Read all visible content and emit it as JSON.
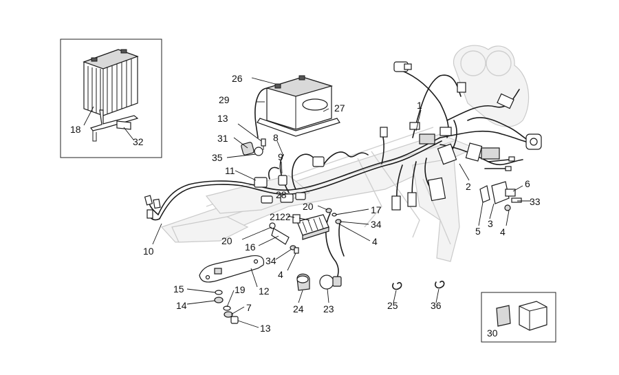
{
  "callouts": [
    {
      "id": "c1",
      "text": "1"
    },
    {
      "id": "c2",
      "text": "2"
    },
    {
      "id": "c3",
      "text": "3"
    },
    {
      "id": "c4a",
      "text": "4"
    },
    {
      "id": "c4b",
      "text": "4"
    },
    {
      "id": "c4c",
      "text": "4"
    },
    {
      "id": "c5",
      "text": "5"
    },
    {
      "id": "c6",
      "text": "6"
    },
    {
      "id": "c7",
      "text": "7"
    },
    {
      "id": "c8",
      "text": "8"
    },
    {
      "id": "c9",
      "text": "9"
    },
    {
      "id": "c10",
      "text": "10"
    },
    {
      "id": "c11",
      "text": "11"
    },
    {
      "id": "c12",
      "text": "12"
    },
    {
      "id": "c13a",
      "text": "13"
    },
    {
      "id": "c13b",
      "text": "13"
    },
    {
      "id": "c14",
      "text": "14"
    },
    {
      "id": "c15",
      "text": "15"
    },
    {
      "id": "c16",
      "text": "16"
    },
    {
      "id": "c17",
      "text": "17"
    },
    {
      "id": "c18",
      "text": "18"
    },
    {
      "id": "c19",
      "text": "19"
    },
    {
      "id": "c20a",
      "text": "20"
    },
    {
      "id": "c20b",
      "text": "20"
    },
    {
      "id": "c21",
      "text": "21"
    },
    {
      "id": "c22",
      "text": "22"
    },
    {
      "id": "c23",
      "text": "23"
    },
    {
      "id": "c24",
      "text": "24"
    },
    {
      "id": "c25",
      "text": "25"
    },
    {
      "id": "c26",
      "text": "26"
    },
    {
      "id": "c27",
      "text": "27"
    },
    {
      "id": "c28",
      "text": "28"
    },
    {
      "id": "c29",
      "text": "29"
    },
    {
      "id": "c30",
      "text": "30"
    },
    {
      "id": "c31",
      "text": "31"
    },
    {
      "id": "c32",
      "text": "32"
    },
    {
      "id": "c33",
      "text": "33"
    },
    {
      "id": "c34a",
      "text": "34"
    },
    {
      "id": "c34b",
      "text": "34"
    },
    {
      "id": "c35",
      "text": "35"
    },
    {
      "id": "c36",
      "text": "36"
    }
  ],
  "colors": {
    "line": "#1a1a1a",
    "frame": "#cfcfcf",
    "background": "#ffffff"
  }
}
